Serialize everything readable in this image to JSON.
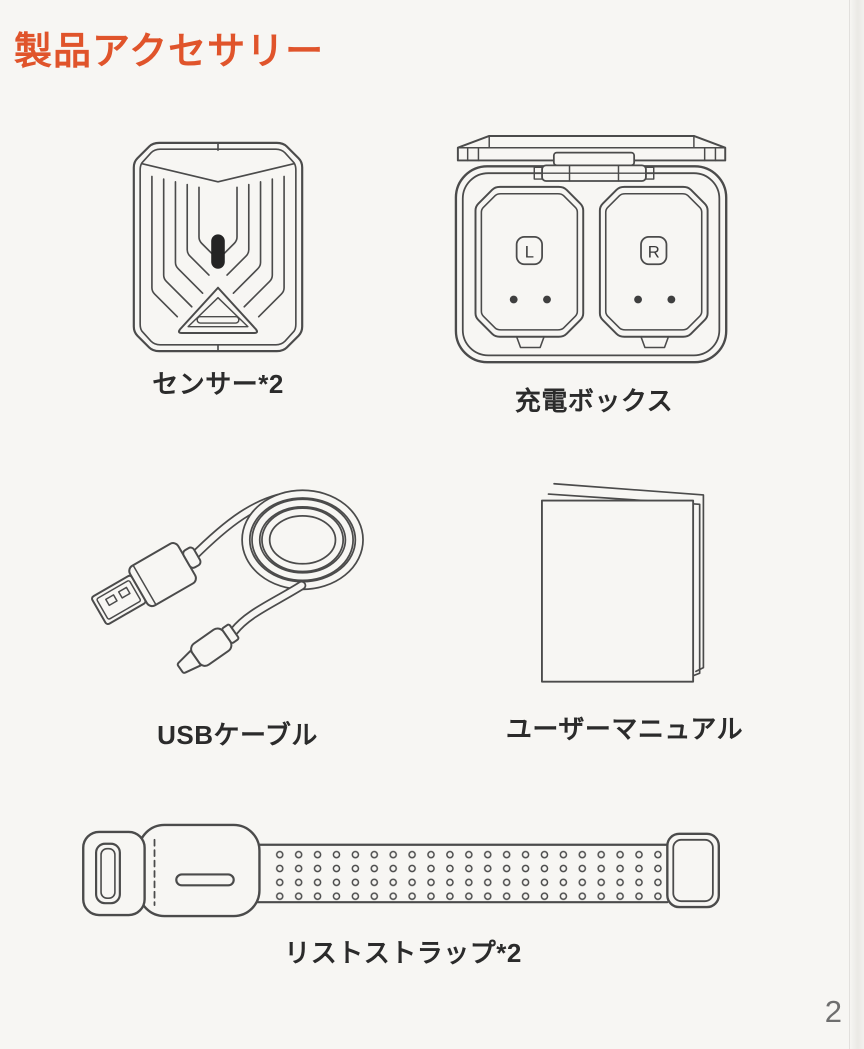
{
  "page": {
    "title": "製品アクセサリー",
    "page_number": "2"
  },
  "theme": {
    "title_color": "#E0542B",
    "background_color": "#F7F6F3",
    "line_art_color": "#4B4B4B",
    "label_color": "#2B2B2B"
  },
  "items": [
    {
      "id": "sensor",
      "label": "センサー*2"
    },
    {
      "id": "charging-box",
      "label": "充電ボックス",
      "slot_labels": {
        "left": "L",
        "right": "R"
      }
    },
    {
      "id": "usb-cable",
      "label": "USBケーブル"
    },
    {
      "id": "user-manual",
      "label": "ユーザーマニュアル"
    },
    {
      "id": "wrist-strap",
      "label": "リストストラップ*2"
    }
  ]
}
